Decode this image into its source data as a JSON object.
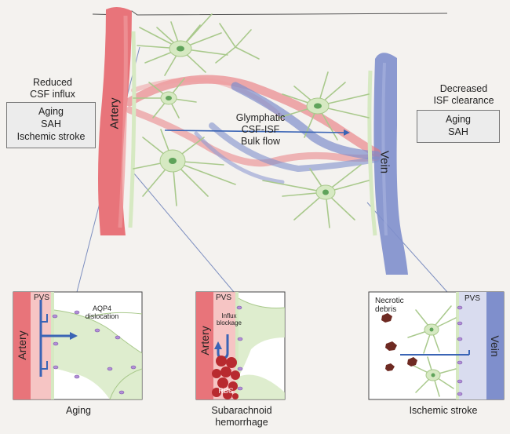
{
  "main": {
    "artery_label": "Artery",
    "vein_label": "Vein",
    "center_label_lines": [
      "Glymphatic",
      "CSF-ISF",
      "Bulk flow"
    ],
    "left_title_lines": [
      "Reduced",
      "CSF influx"
    ],
    "left_causes": [
      "Aging",
      "SAH",
      "Ischemic stroke"
    ],
    "right_title_lines": [
      "Decreased",
      "ISF clearance"
    ],
    "right_causes": [
      "Aging",
      "SAH"
    ]
  },
  "panels": {
    "aging": {
      "caption": "Aging",
      "artery_label": "Artery",
      "pvs_label": "PVS",
      "aqp4_label_lines": [
        "AQP4",
        "dislocation"
      ]
    },
    "sah": {
      "caption_lines": [
        "Subarachnoid",
        "hemorrhage"
      ],
      "artery_label": "Artery",
      "pvs_label": "PVS",
      "blockage_label_lines": [
        "Influx",
        "blockage"
      ],
      "rbc_label": "RBC"
    },
    "stroke": {
      "caption": "Ischemic stroke",
      "debris_label_lines": [
        "Necrotic",
        "debris"
      ],
      "pvs_label": "PVS",
      "vein_label": "Vein"
    }
  },
  "colors": {
    "artery": "#e8747a",
    "artery_light": "#f4b6b5",
    "vein": "#7f8fcc",
    "vein_light": "#d9dcef",
    "astrocyte": "#d6e9c2",
    "astrocyte_line": "#a9c98c",
    "nucleus": "#5fa35a",
    "arrow": "#3a64b5"
  }
}
